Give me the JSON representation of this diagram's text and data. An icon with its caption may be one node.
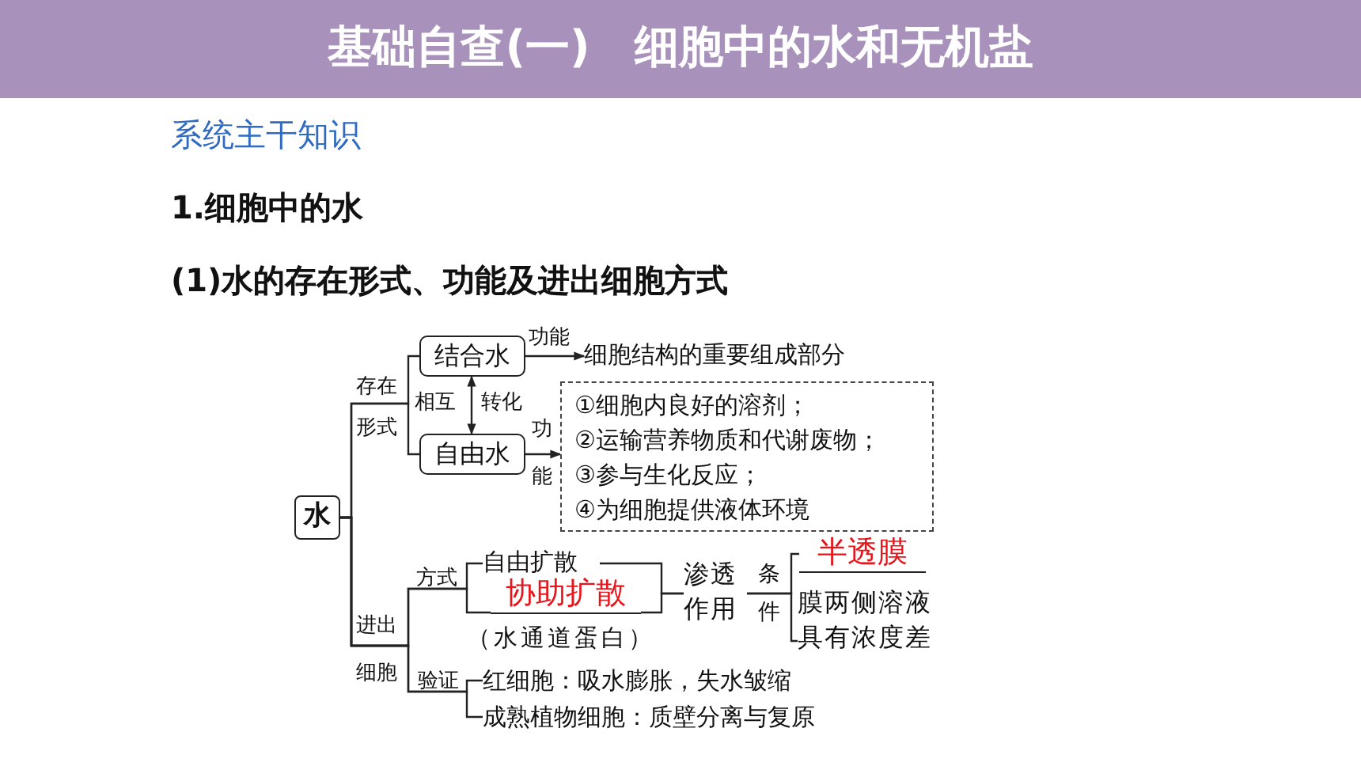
{
  "diagram": {
    "title": "基础自查(一)　细胞中的水和无机盐",
    "nodes": [
      {
        "text": [
          "水"
        ]
      },
      {
        "text": [
          "结合水"
        ]
      },
      {
        "text": [
          "自由水"
        ]
      },
      {
        "text": [
          "细胞结构的重要组成部分"
        ]
      },
      {
        "text": [
          "①细胞内良好的溶剂；",
          "②运输营养物质和代谢废物；",
          "③参与生化反应；",
          "④为细胞提供液体环境"
        ]
      },
      {
        "text": [
          "自由扩散"
        ]
      },
      {
        "text": [
          "协助扩散"
        ]
      },
      {
        "text": [
          "（水通道蛋白）"
        ]
      },
      {
        "text": [
          "渗透作用"
        ]
      },
      {
        "text": [
          "半透膜"
        ]
      },
      {
        "text": [
          "膜两侧溶液具有浓度差"
        ]
      },
      {
        "text": [
          "红细胞：吸水膨胀，失水皱缩"
        ]
      },
      {
        "text": [
          "成熟植物细胞：质壁分离与复原"
        ]
      }
    ],
    "edges": [
      {
        "from": 0,
        "to": 1,
        "arrow": "none"
      },
      {
        "from": 0,
        "to": 2,
        "arrow": "none"
      },
      {
        "from": 1,
        "to": 3,
        "arrow": "to",
        "label": "功能"
      },
      {
        "from": 1,
        "to": 2,
        "arrow": "both"
      },
      {
        "from": 2,
        "to": 4,
        "arrow": "to",
        "label": "功能"
      },
      {
        "from": 0,
        "to": 5,
        "arrow": "none"
      },
      {
        "from": 0,
        "to": 6,
        "arrow": "none"
      },
      {
        "from": 0,
        "to": 11,
        "arrow": "none"
      },
      {
        "from": 0,
        "to": 12,
        "arrow": "none"
      },
      {
        "from": 5,
        "to": 8,
        "arrow": "none"
      },
      {
        "from": 6,
        "to": 8,
        "arrow": "none"
      },
      {
        "from": 8,
        "to": 9,
        "arrow": "none"
      },
      {
        "from": 8,
        "to": 10,
        "arrow": "none"
      }
    ],
    "labels": [
      "系统主干知识",
      "1.细胞中的水",
      "(1)水的存在形式、功能及进出细胞方式",
      "存在形式",
      "相互",
      "转化",
      "进出细胞",
      "方式",
      "验证",
      "条件"
    ]
  }
}
